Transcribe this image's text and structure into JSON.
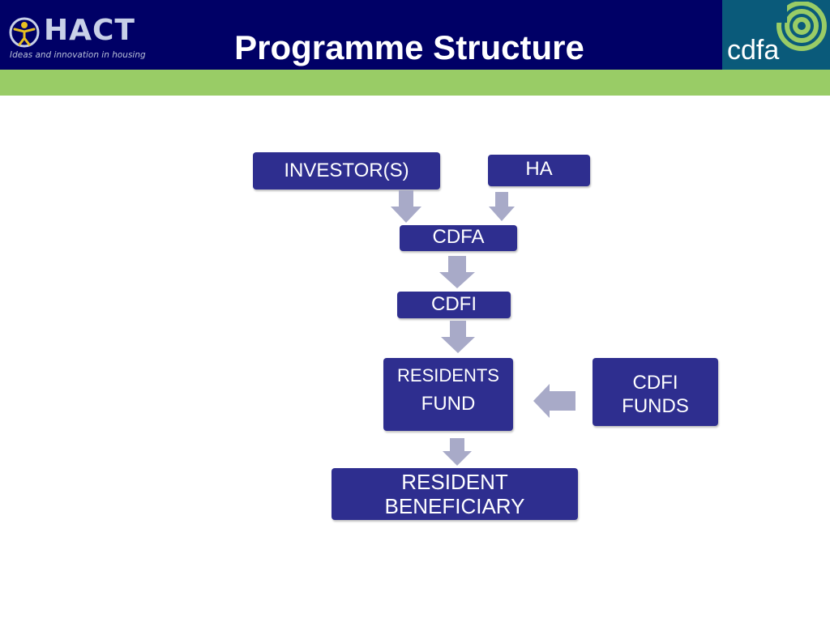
{
  "header": {
    "title": "Programme Structure",
    "left_logo": {
      "name": "HACT",
      "tagline": "Ideas and innovation in housing"
    },
    "right_logo": {
      "name": "cdfa"
    },
    "colors": {
      "banner": "#000066",
      "band": "#99cc66",
      "cdfa_logo_bg": "#0a5a7a",
      "cdfa_rings": "#99cc66"
    }
  },
  "diagram": {
    "box_color": "#2e2e8f",
    "arrow_color": "#a8aac8",
    "nodes": {
      "investors": "INVESTOR(S)",
      "ha": "HA",
      "cdfa": "CDFA",
      "cdfi": "CDFI",
      "residents_fund": {
        "line1": "RESIDENTS",
        "line2": "FUND"
      },
      "cdfi_funds": {
        "line1": "CDFI",
        "line2": "FUNDS"
      },
      "resident_beneficiary": {
        "line1": "RESIDENT",
        "line2": "BENEFICIARY"
      }
    },
    "edges": [
      [
        "investors",
        "cdfa"
      ],
      [
        "ha",
        "cdfa"
      ],
      [
        "cdfa",
        "cdfi"
      ],
      [
        "cdfi",
        "residents_fund"
      ],
      [
        "cdfi_funds",
        "residents_fund"
      ],
      [
        "residents_fund",
        "resident_beneficiary"
      ]
    ]
  }
}
